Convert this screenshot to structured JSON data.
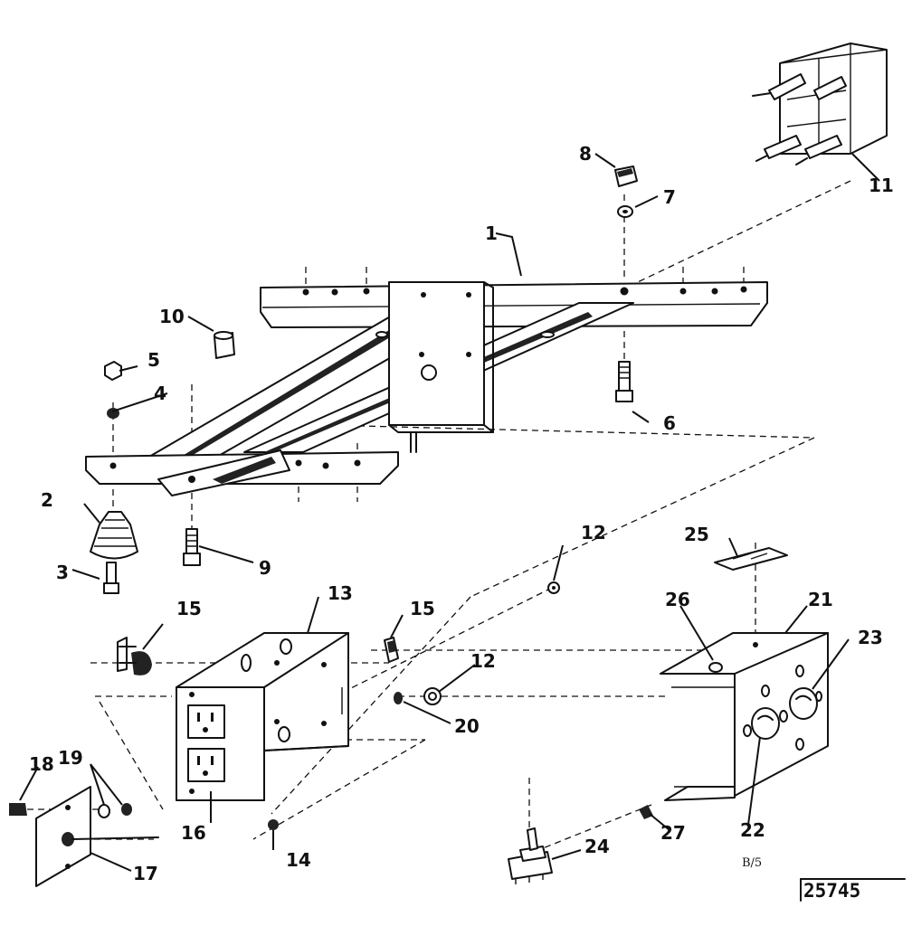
{
  "callouts": {
    "p1": "1",
    "p2": "2",
    "p3": "3",
    "p4": "4",
    "p5": "5",
    "p6": "6",
    "p7": "7",
    "p8": "8",
    "p9": "9",
    "p10": "10",
    "p11": "11",
    "p12a": "12",
    "p12b": "12",
    "p13": "13",
    "p14": "14",
    "p15a": "15",
    "p15b": "15",
    "p16": "16",
    "p17": "17",
    "p18": "18",
    "p19": "19",
    "p20": "20",
    "p21": "21",
    "p22": "22",
    "p23": "23",
    "p24": "24",
    "p25": "25",
    "p26": "26",
    "p27": "27"
  },
  "sheet_note": "B/5",
  "drawing_number": "25745",
  "colors": {
    "ink": "#111111",
    "paper": "#ffffff"
  }
}
